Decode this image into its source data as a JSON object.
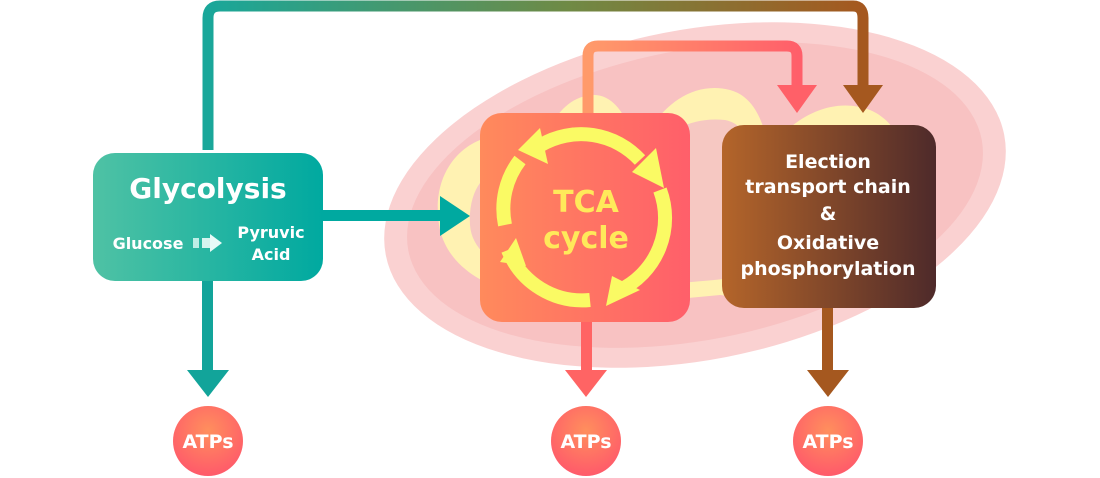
{
  "glycolysis": {
    "title": "Glycolysis",
    "from": "Glucose",
    "to_line1": "Pyruvic",
    "to_line2": "Acid"
  },
  "tca": {
    "line1": "TCA",
    "line2": "cycle"
  },
  "etc": {
    "line1": "Election",
    "line2": "transport chain",
    "line3": "&",
    "line4": "Oxidative",
    "line5": "phosphorylation"
  },
  "outputs": {
    "atp1": "ATPs",
    "atp2": "ATPs",
    "atp3": "ATPs"
  },
  "colors": {
    "teal": "#1aa79a",
    "coral": "#ff6b6b",
    "brown": "#a5581f",
    "cycle_yellow": "#fafa64",
    "mito_outer": "#f9c9c9",
    "mito_inner": "#fff7a8"
  }
}
